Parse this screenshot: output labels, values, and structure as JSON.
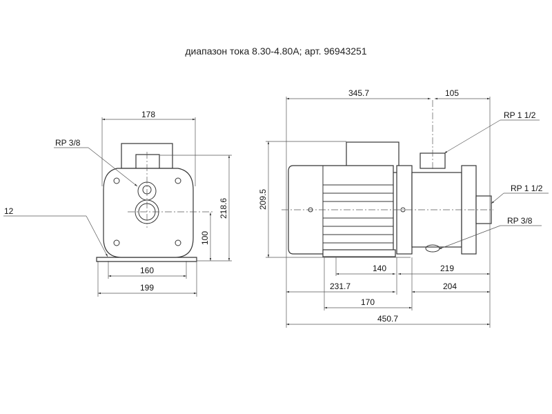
{
  "title": "диапазон тока 8.30-4.80A; арт. 96943251",
  "front_view": {
    "width_top": "178",
    "port_label": "RP 3/8",
    "foot_label": "12",
    "height_total": "218.6",
    "shaft_height": "100",
    "foot_holes": "160",
    "foot_width": "199"
  },
  "side_view": {
    "length_to_port": "345.7",
    "port_offset": "105",
    "outlet_label": "RP 1 1/2",
    "inlet_label": "RP 1 1/2",
    "drain_label": "RP 3/8",
    "height": "209.5",
    "foot_span": "140",
    "front_len": "219",
    "rear_len": "231.7",
    "front_len2": "204",
    "foot_total": "170",
    "total_length": "450.7"
  }
}
